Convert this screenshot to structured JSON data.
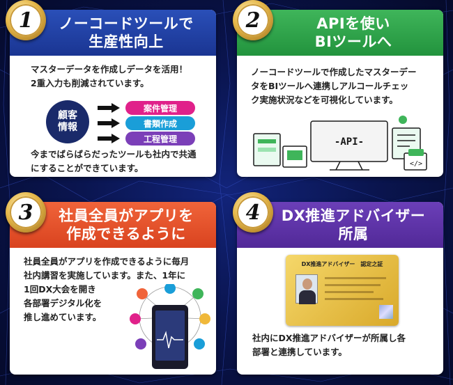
{
  "cards": [
    {
      "number": "1",
      "title_line1": "ノーコードツールで",
      "title_line2": "生産性向上",
      "text_line1": "マスターデータを作成しデータを活用！",
      "text_line2": "2重入力も削減されています。",
      "customer_line1": "顧客",
      "customer_line2": "情報",
      "tags": [
        "案件管理",
        "書類作成",
        "工程管理"
      ],
      "tag_colors": [
        "#e0218a",
        "#1a9ed8",
        "#7b3fb8"
      ],
      "text_line3": "今までばらばらだったツールも社内で共通",
      "text_line4": "にすることができています。"
    },
    {
      "number": "2",
      "title_line1": "APIを使い",
      "title_line2": "BIツールへ",
      "text_line1": "ノーコードツールで作成したマスターデー",
      "text_line2": "タをBIツールへ連携しアルコールチェッ",
      "text_line3": "ク実施状況などを可視化しています。",
      "api_label": "-API-"
    },
    {
      "number": "3",
      "title_line1": "社員全員がアプリを",
      "title_line2": "作成できるように",
      "text_line1": "社員全員がアプリを作成できるように毎月",
      "text_line2": "社内講習を実施しています。また、1年に",
      "text_line3": "1回DX大会を開き",
      "text_line4": "各部署デジタル化を",
      "text_line5": "推し進めています。"
    },
    {
      "number": "4",
      "title_line1": "DX推進アドバイザー",
      "title_line2": "所属",
      "cert_title": "DX推進アドバイザー　認定之証",
      "text_line1": "社内にDX推進アドバイザーが所属し各",
      "text_line2": "部署と連携しています。"
    }
  ]
}
